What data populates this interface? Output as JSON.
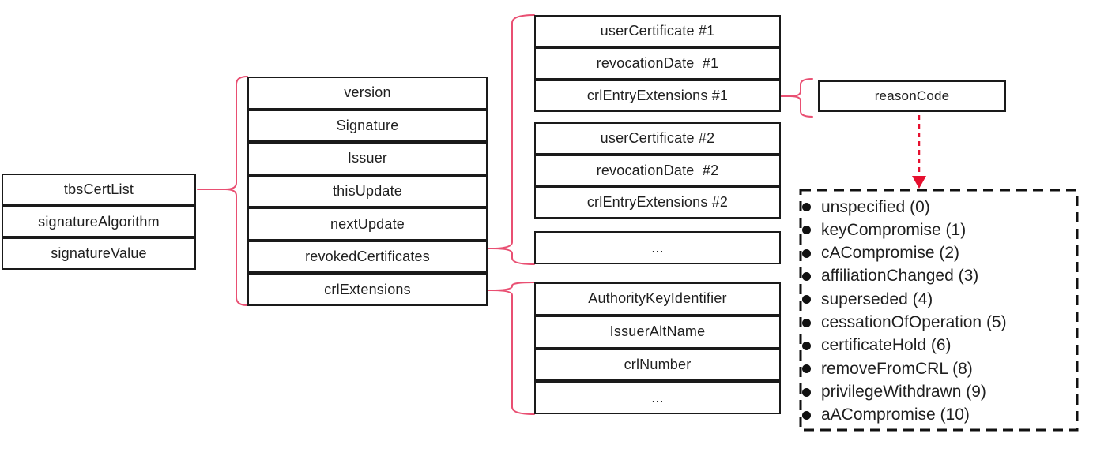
{
  "colors": {
    "box_border": "#1a1a1a",
    "text": "#1f1f1f",
    "brace": "#e94f72",
    "arrow": "#e60f2e"
  },
  "certificate_list": {
    "rows": [
      "tbsCertList",
      "signatureAlgorithm",
      "signatureValue"
    ]
  },
  "tbs_cert_list": {
    "rows": [
      "version",
      "Signature",
      "Issuer",
      "thisUpdate",
      "nextUpdate",
      "revokedCertificates",
      "crlExtensions"
    ]
  },
  "revoked_entry_1": {
    "rows": [
      "userCertificate #1",
      "revocationDate  #1",
      "crlEntryExtensions #1"
    ]
  },
  "revoked_entry_2": {
    "rows": [
      "userCertificate #2",
      "revocationDate  #2",
      "crlEntryExtensions #2"
    ]
  },
  "revoked_more": "...",
  "crl_extensions": {
    "rows": [
      "AuthorityKeyIdentifier",
      "IssuerAltName",
      "crlNumber",
      "..."
    ]
  },
  "crl_entry_extension": {
    "label": "reasonCode"
  },
  "reason_codes": [
    "unspecified (0)",
    "keyCompromise (1)",
    "cACompromise (2)",
    "affiliationChanged (3)",
    "superseded (4)",
    "cessationOfOperation (5)",
    "certificateHold (6)",
    "removeFromCRL (8)",
    "privilegeWithdrawn (9)",
    "aACompromise (10)"
  ]
}
